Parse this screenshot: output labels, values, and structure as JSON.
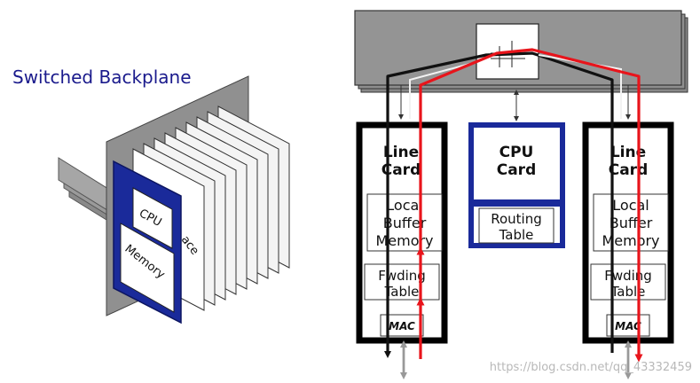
{
  "left_figure": {
    "title": "Switched Backplane",
    "card_labels": {
      "cpu": "CPU",
      "memory": "Memory",
      "interface_partial": "ace"
    }
  },
  "right_figure": {
    "line_card_left": {
      "title_line1": "Line",
      "title_line2": "Card",
      "buffer_line1": "Local",
      "buffer_line2": "Buffer",
      "buffer_line3": "Memory",
      "fwd_line1": "Fwding",
      "fwd_line2": "Table",
      "mac": "MAC"
    },
    "cpu_card": {
      "title_line1": "CPU",
      "title_line2": "Card",
      "routing_line1": "Routing",
      "routing_line2": "Table"
    },
    "line_card_right": {
      "title_line1": "Line",
      "title_line2": "Card",
      "buffer_line1": "Local",
      "buffer_line2": "Buffer",
      "buffer_line3": "Memory",
      "fwd_line1": "Fwding",
      "fwd_line2": "Table",
      "mac": "MAC"
    }
  },
  "watermark": "https://blog.csdn.net/qq_43332459",
  "colors": {
    "card_blue": "#1a2a9a",
    "arrow_red": "#e8141b",
    "backplane_gray": "#8c8c8c",
    "title_blue": "#1a1a8c"
  }
}
